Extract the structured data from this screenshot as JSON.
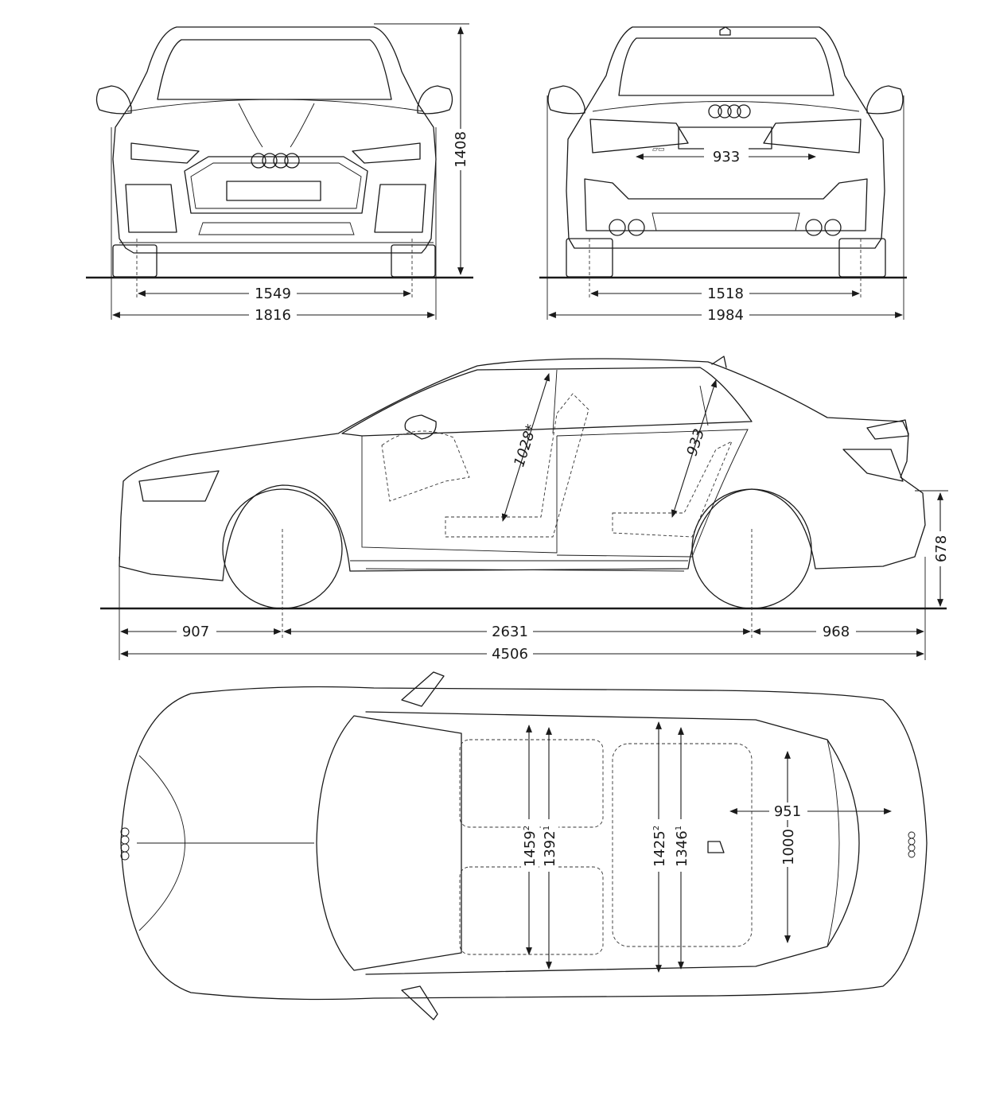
{
  "dimensions": {
    "front_height": "1408",
    "front_track": "1549",
    "front_width": "1816",
    "rear_trunk_width": "933",
    "rear_track": "1518",
    "rear_width_mirrors": "1984",
    "headroom_front": "1028*",
    "headroom_rear": "933",
    "rear_load_height": "678",
    "front_overhang": "907",
    "wheelbase": "2631",
    "rear_overhang": "968",
    "length": "4506",
    "shoulder_front": "1459",
    "shoulder_front_sup": "2",
    "elbow_front": "1392",
    "elbow_front_sup": "1",
    "shoulder_rear": "1425",
    "shoulder_rear_sup": "2",
    "elbow_rear": "1346",
    "elbow_rear_sup": "1",
    "trunk_length": "951",
    "trunk_width": "1000"
  },
  "colors": {
    "line": "#1a1a1a",
    "background": "#ffffff"
  }
}
